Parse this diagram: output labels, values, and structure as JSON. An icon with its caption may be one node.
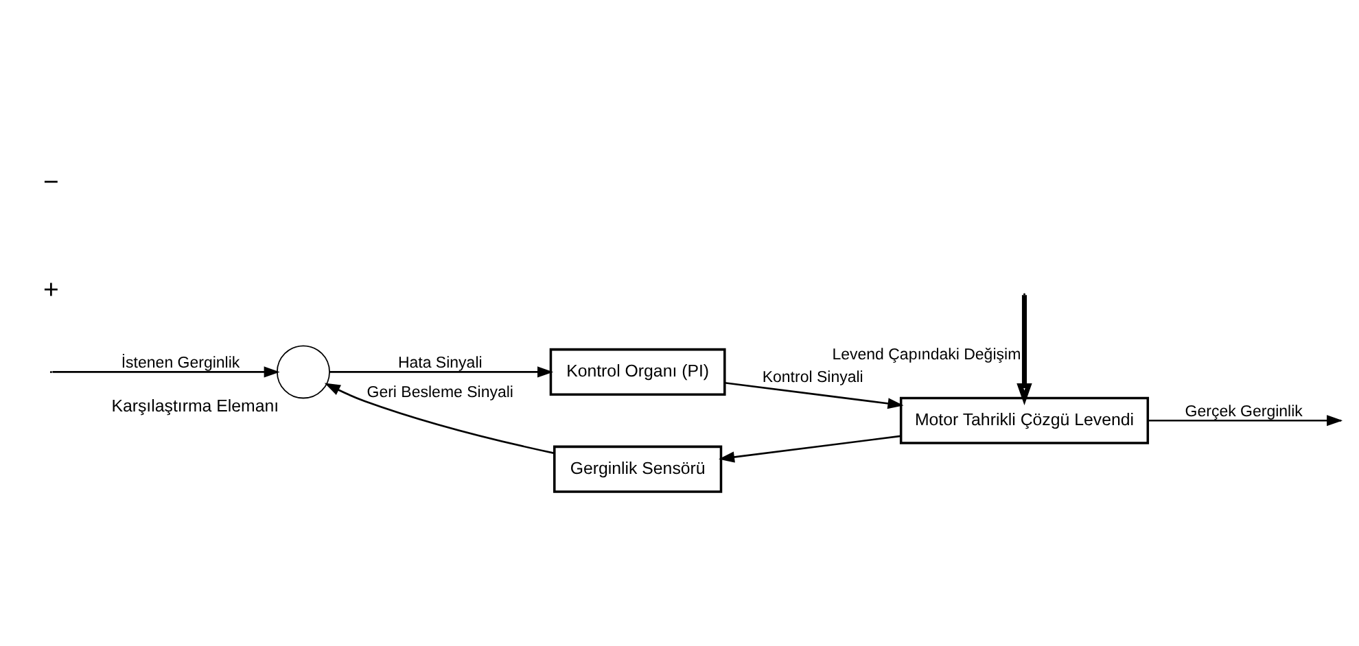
{
  "diagram": {
    "nodes": [
      {
        "text": [],
        "shape": "circle",
        "beside": [
          "Karşılaştırma Elemanı"
        ]
      },
      {
        "text": [
          "Kontrol Organı (PI)"
        ]
      },
      {
        "text": [
          "Motor Tahrikli Çözgü Levendi"
        ]
      },
      {
        "text": [
          "Gerginlik Sensörü"
        ]
      }
    ],
    "edges": [
      {
        "from": null,
        "to": 0,
        "arrow": "to",
        "label": "İstenen Gerginlik"
      },
      {
        "from": 0,
        "to": 1,
        "arrow": "to",
        "label": "Hata Sinyali"
      },
      {
        "from": 1,
        "to": 2,
        "arrow": "to",
        "label": "Kontrol Sinyali"
      },
      {
        "from": 2,
        "to": null,
        "arrow": "to",
        "label": "Gerçek Gerginlik"
      },
      {
        "from": null,
        "to": 2,
        "arrow": "to",
        "label": "Levend Çapındaki Değişim",
        "style": "thick"
      },
      {
        "from": 2,
        "to": 3,
        "arrow": "to"
      },
      {
        "from": 3,
        "to": 0,
        "arrow": "to",
        "label": "Geri Besleme Sinyali"
      }
    ],
    "labels": [
      "+",
      "−"
    ]
  }
}
